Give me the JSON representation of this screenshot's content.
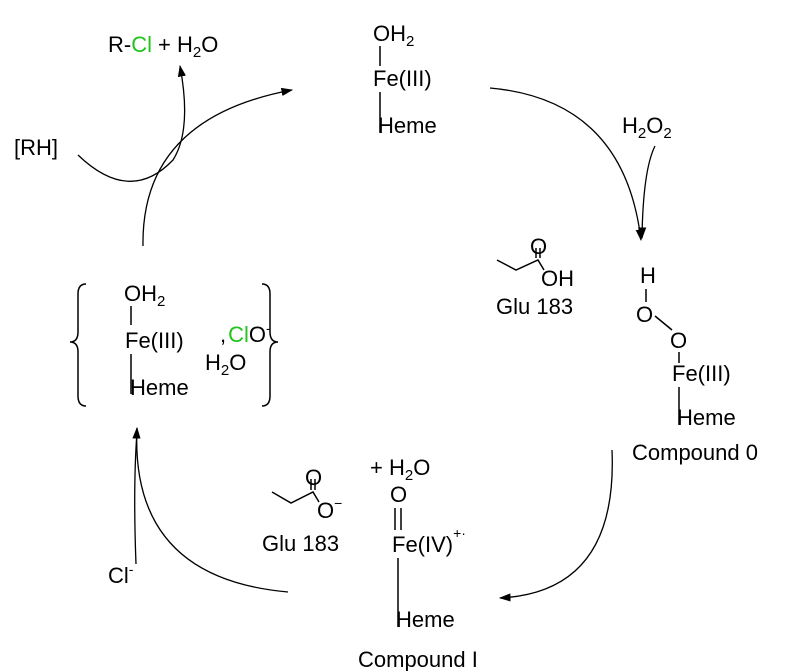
{
  "colors": {
    "chlorine_accent": "#22c31f",
    "ink": "#000000"
  },
  "product": {
    "r": "R-",
    "cl": "Cl",
    "plus": "+ H",
    "two": "2",
    "o": "O"
  },
  "substrate": {
    "label": "[RH]"
  },
  "resting_state": {
    "oh": "OH",
    "two": "2",
    "fe": "Fe(III)",
    "heme": "Heme"
  },
  "h2o2": {
    "h": "H",
    "two_a": "2",
    "o": "O",
    "two_b": "2"
  },
  "glu_acid": {
    "o": "O",
    "oh": "OH",
    "label": "Glu 183"
  },
  "compound0": {
    "h": "H",
    "o1": "O",
    "o2": "O",
    "fe": "Fe(III)",
    "heme": "Heme",
    "name": "Compound 0"
  },
  "intermediate": {
    "oh": "OH",
    "two": "2",
    "fe": "Fe(III)",
    "comma": ",",
    "cl": "Cl",
    "o_minus": "O",
    "minus": "-",
    "h": "H",
    "two_b": "2",
    "o": "O",
    "heme": "Heme"
  },
  "water_release": {
    "plus": "+ H",
    "two": "2",
    "o": "O"
  },
  "glu_anion": {
    "o1": "O",
    "o2": "O",
    "minus": "−",
    "label": "Glu 183"
  },
  "compound1": {
    "o": "O",
    "fe": "Fe(IV)",
    "radical": "+·",
    "heme": "Heme",
    "name": "Compound I"
  },
  "chloride": {
    "cl": "Cl",
    "minus": "-"
  }
}
